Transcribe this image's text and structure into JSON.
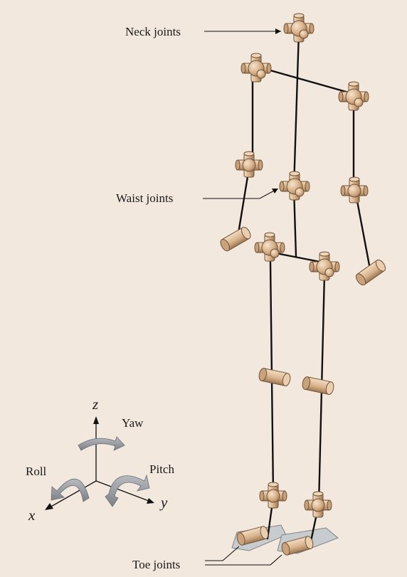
{
  "labels": {
    "neck": "Neck joints",
    "waist": "Waist joints",
    "toe": "Toe joints"
  },
  "axes": {
    "z": "z",
    "x": "x",
    "y": "y",
    "yaw": "Yaw",
    "roll": "Roll",
    "pitch": "Pitch"
  },
  "colors": {
    "background": "#f2e8de",
    "joint_light": "#f4dcc0",
    "joint_mid": "#d9b48e",
    "joint_dark": "#a07c58",
    "foot_plate": "#c9cccf",
    "arrow_gray": "#8a8d91",
    "ink": "#111111"
  }
}
